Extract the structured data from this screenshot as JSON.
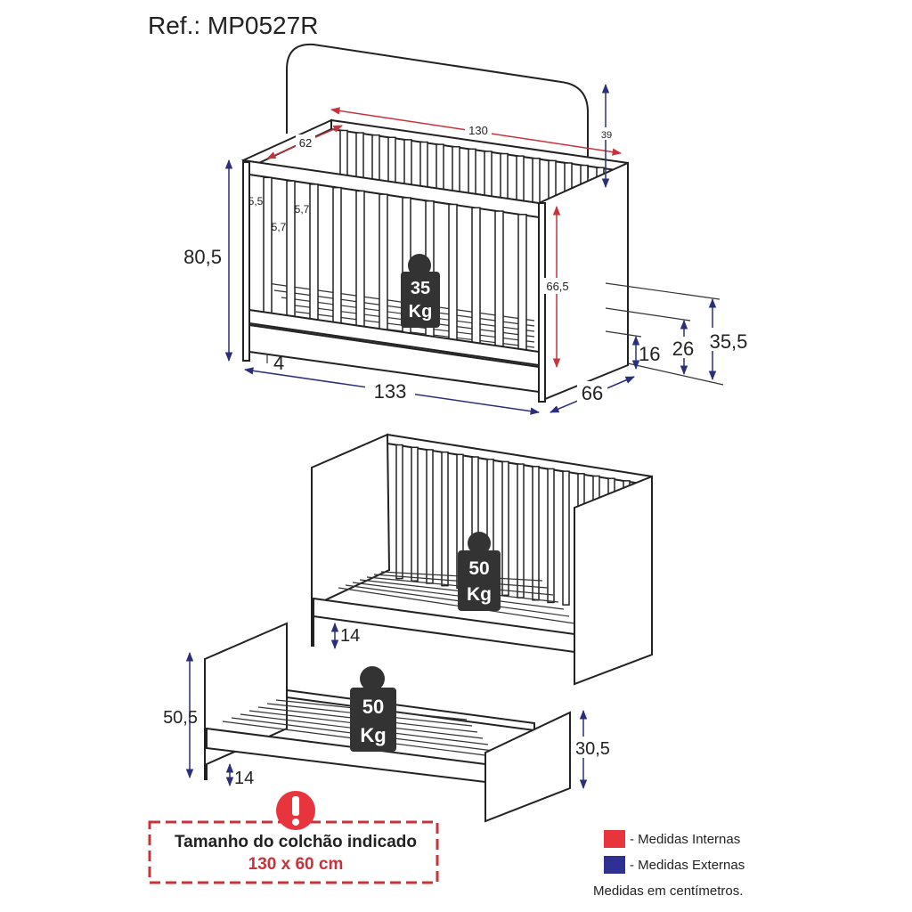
{
  "title": "Ref.: MP0527R",
  "crib": {
    "weight_number": "35",
    "weight_unit": "Kg",
    "dims": {
      "inner_length": "130",
      "inner_width": "62",
      "headboard_height": "39",
      "slat_gap_a": "5,5",
      "slat_gap_b": "5,7",
      "slat_gap_c": "5,7",
      "total_height": "80,5",
      "inner_height": "66,5",
      "floor_gap": "4",
      "total_length": "133",
      "total_width": "66",
      "mattress_level_1": "16",
      "mattress_level_2": "26",
      "mattress_level_3": "35,5"
    }
  },
  "mini_sofa": {
    "weight_number": "50",
    "weight_unit": "Kg",
    "floor_height": "14"
  },
  "mini_bed": {
    "weight_number": "50",
    "weight_unit": "Kg",
    "head_height": "50,5",
    "foot_height": "30,5",
    "floor_height": "14"
  },
  "notice": {
    "line1": "Tamanho do colchão indicado",
    "line2": "130 x 60 cm"
  },
  "legend": {
    "internal_label": "- Medidas Internas",
    "external_label": "- Medidas Externas",
    "internal_color": "#e8343c",
    "external_color": "#2e3192",
    "units_note": "Medidas em centímetros."
  }
}
